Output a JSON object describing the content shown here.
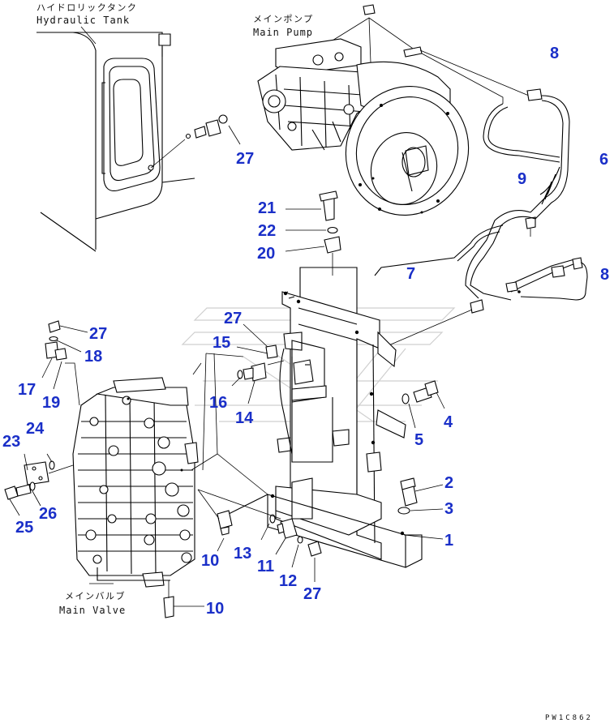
{
  "labels": {
    "hydraulic_tank_jp": "ハイドロリックタンク",
    "hydraulic_tank_en": "Hydraulic Tank",
    "main_pump_jp": "メインポンプ",
    "main_pump_en": "Main Pump",
    "main_valve_jp": "メインバルブ",
    "main_valve_en": "Main Valve",
    "drawing_code": "PW1C862"
  },
  "callouts": [
    {
      "id": "c1",
      "text": "1"
    },
    {
      "id": "c2",
      "text": "2"
    },
    {
      "id": "c3",
      "text": "3"
    },
    {
      "id": "c4",
      "text": "4"
    },
    {
      "id": "c5",
      "text": "5"
    },
    {
      "id": "c6",
      "text": "6"
    },
    {
      "id": "c7",
      "text": "7"
    },
    {
      "id": "c8a",
      "text": "8"
    },
    {
      "id": "c8b",
      "text": "8"
    },
    {
      "id": "c9",
      "text": "9"
    },
    {
      "id": "c10a",
      "text": "10"
    },
    {
      "id": "c10b",
      "text": "10"
    },
    {
      "id": "c11",
      "text": "11"
    },
    {
      "id": "c12",
      "text": "12"
    },
    {
      "id": "c13",
      "text": "13"
    },
    {
      "id": "c14",
      "text": "14"
    },
    {
      "id": "c15",
      "text": "15"
    },
    {
      "id": "c16",
      "text": "16"
    },
    {
      "id": "c17",
      "text": "17"
    },
    {
      "id": "c18",
      "text": "18"
    },
    {
      "id": "c19",
      "text": "19"
    },
    {
      "id": "c20",
      "text": "20"
    },
    {
      "id": "c21",
      "text": "21"
    },
    {
      "id": "c22",
      "text": "22"
    },
    {
      "id": "c23",
      "text": "23"
    },
    {
      "id": "c24",
      "text": "24"
    },
    {
      "id": "c25",
      "text": "25"
    },
    {
      "id": "c26",
      "text": "26"
    },
    {
      "id": "c27a",
      "text": "27"
    },
    {
      "id": "c27b",
      "text": "27"
    },
    {
      "id": "c27c",
      "text": "27"
    },
    {
      "id": "c27d",
      "text": "27"
    }
  ]
}
